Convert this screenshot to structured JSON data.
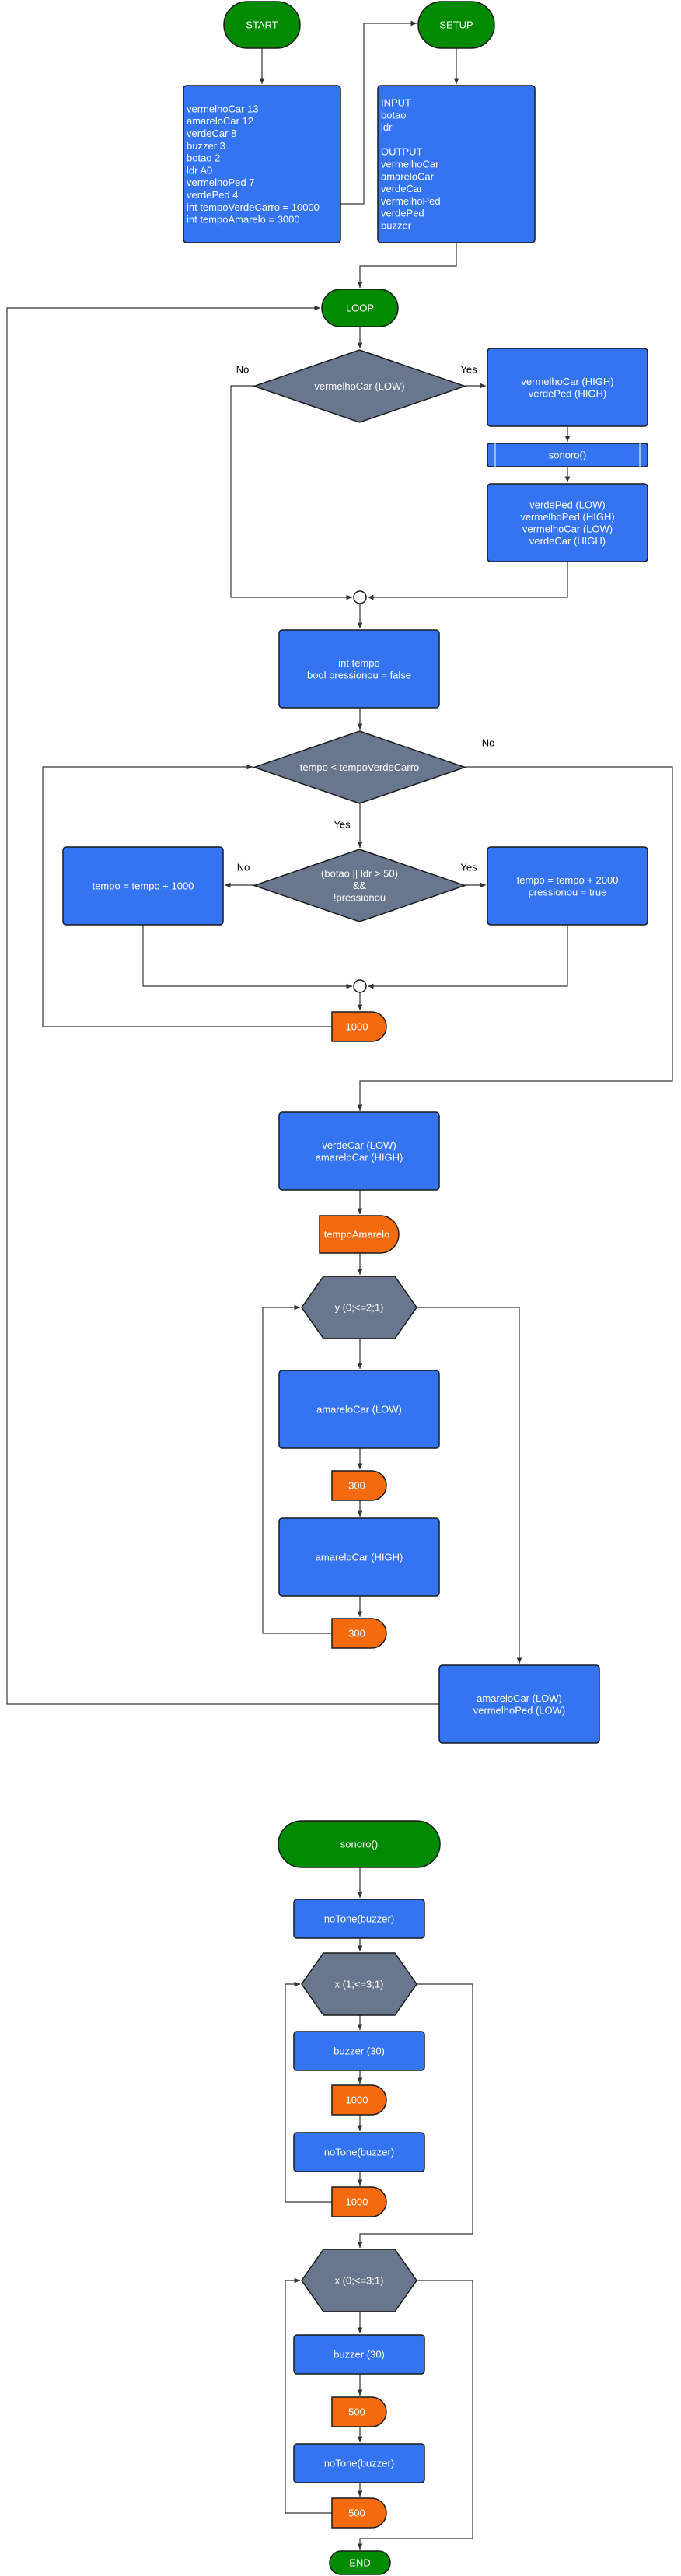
{
  "colors": {
    "terminal": "#008a00",
    "process": "#3574f0",
    "decision": "#68778d",
    "delay": "#f36b0e",
    "stroke": "#1a1a1a",
    "line": "#333333"
  },
  "edge_labels": {
    "yes": "Yes",
    "no": "No"
  },
  "nodes": {
    "start": "START",
    "setup": "SETUP",
    "vars": [
      "vermelhoCar 13",
      "amareloCar 12",
      "verdeCar 8",
      "buzzer 3",
      "botao 2",
      "ldr A0",
      "vermelhoPed 7",
      "verdePed 4",
      "int tempoVerdeCarro = 10000",
      "int tempoAmarelo = 3000"
    ],
    "setup_block": [
      "INPUT",
      "botao",
      "ldr",
      "",
      "OUTPUT",
      "vermelhoCar",
      "amareloCar",
      "verdeCar",
      "vermelhoPed",
      "verdePed",
      "buzzer"
    ],
    "loop": "LOOP",
    "dec_vermelho": [
      "vermelhoCar (LOW)"
    ],
    "high_block": [
      "vermelhoCar (HIGH)",
      "verdePed (HIGH)"
    ],
    "sonoro_call": "sonoro()",
    "after_sonoro": [
      "verdePed (LOW)",
      "vermelhoPed (HIGH)",
      "vermelhoCar (LOW)",
      "verdeCar (HIGH)"
    ],
    "init_tempo": [
      "int tempo",
      "bool pressionou = false"
    ],
    "dec_tempo": [
      "tempo < tempoVerdeCarro"
    ],
    "dec_botao": [
      "(botao || ldr > 50)",
      "&&",
      "!pressionou"
    ],
    "tempo_plus": [
      "tempo = tempo + 1000"
    ],
    "tempo_plus2000": [
      "tempo = tempo + 2000",
      "pressionou = true"
    ],
    "delay_1000": "1000",
    "verde_low": [
      "verdeCar (LOW)",
      "amareloCar (HIGH)"
    ],
    "delay_tempoAmarelo": "tempoAmarelo",
    "loop_y": "y (0;<=2;1)",
    "amarelo_low": [
      "amareloCar (LOW)"
    ],
    "delay_300a": "300",
    "amarelo_high": [
      "amareloCar (HIGH)"
    ],
    "delay_300b": "300",
    "amarelo_end": [
      "amareloCar (LOW)",
      "vermelhoPed (LOW)"
    ],
    "sonoro_start": "sonoro()",
    "notone_1": [
      "noTone(buzzer)"
    ],
    "loop_x1": "x (1;<=3;1)",
    "buzzer_30a": [
      "buzzer (30)"
    ],
    "delay_1000a": "1000",
    "notone_2": [
      "noTone(buzzer)"
    ],
    "delay_1000b": "1000",
    "loop_x2": "x (0;<=3;1)",
    "buzzer_30b": [
      "buzzer (30)"
    ],
    "delay_500a": "500",
    "notone_3": [
      "noTone(buzzer)"
    ],
    "delay_500b": "500",
    "end": "END"
  }
}
